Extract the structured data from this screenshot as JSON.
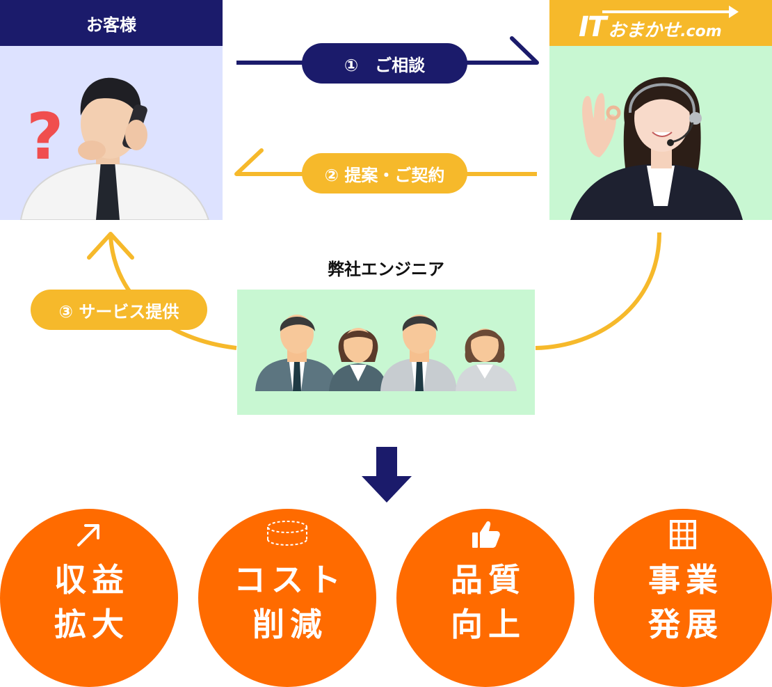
{
  "customer": {
    "label": "お客様",
    "header_color": "#1B1B6B",
    "bg_color": "#DDE2FF"
  },
  "provider": {
    "logo_it": "IT",
    "logo_text": "おまかせ",
    "logo_domain": ".com",
    "header_color": "#F6B92B",
    "bg_color": "#C8F7D2"
  },
  "steps": [
    {
      "label": "①　ご相談",
      "color": "#1B1B6B"
    },
    {
      "label": "② 提案・ご契約",
      "color": "#F6B92B"
    },
    {
      "label": "③ サービス提供",
      "color": "#F6B92B"
    }
  ],
  "engineers": {
    "label": "弊社エンジニア",
    "bg_color": "#C8F7D2"
  },
  "benefits": [
    {
      "lines": [
        "収益",
        "拡大"
      ],
      "icon": "trend-arrow-icon"
    },
    {
      "lines": [
        "コスト",
        "削減"
      ],
      "icon": "coin-stack-icon"
    },
    {
      "lines": [
        "品質",
        "向上"
      ],
      "icon": "thumbs-up-icon"
    },
    {
      "lines": [
        "事業",
        "発展"
      ],
      "icon": "building-icon"
    }
  ],
  "colors": {
    "navy": "#1B1B6B",
    "yellow": "#F6B92B",
    "orange": "#FF6B00"
  }
}
